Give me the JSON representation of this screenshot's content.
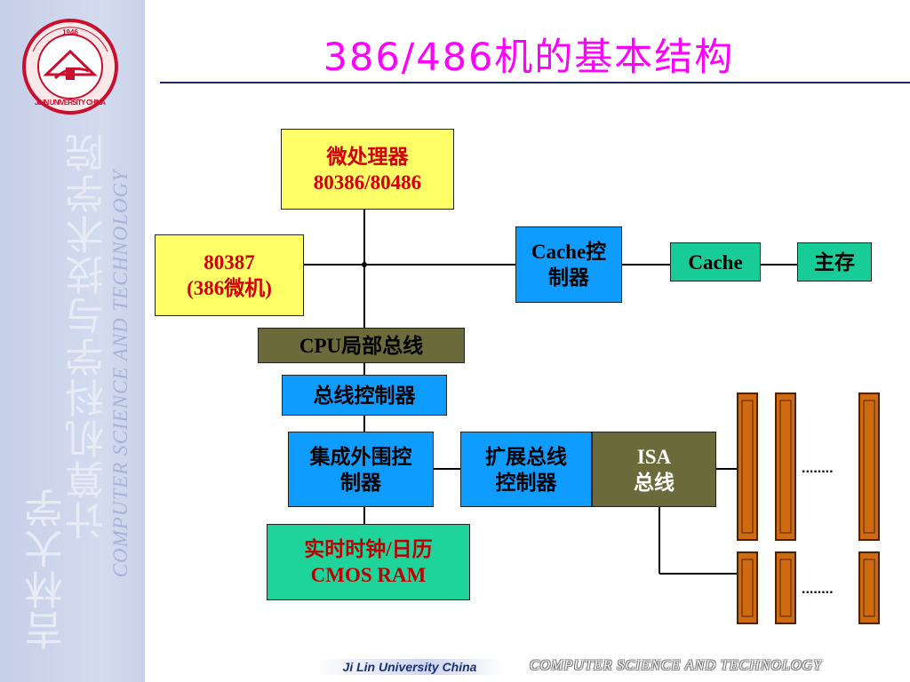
{
  "sidebar": {
    "cn_line1": "吉林大学",
    "cn_line2": "计算机科学与技术学院",
    "en_text": "COMPUTER SCIENCE AND TECHNOLOGY",
    "logo_text": "JILIN UNIVERSITY CHINA",
    "logo_year": "1946"
  },
  "title": "386/486机的基本结构",
  "diagram": {
    "cpu": {
      "line1": "微处理器",
      "line2": "80386/80486"
    },
    "coprocessor": {
      "line1": "80387",
      "line2": "(386微机)"
    },
    "cache_controller": {
      "line1": "Cache控",
      "line2": "制器"
    },
    "cache": "Cache",
    "main_memory": "主存",
    "local_bus": "CPU局部总线",
    "bus_controller": "总线控制器",
    "peripheral_controller": {
      "line1": "集成外围控",
      "line2": "制器"
    },
    "expansion_bus_controller": {
      "line1": "扩展总线",
      "line2": "控制器"
    },
    "isa_bus": {
      "line1": "ISA",
      "line2": "总线"
    },
    "rtc": {
      "line1": "实时时钟/日历",
      "line2": "CMOS RAM"
    },
    "ellipsis_upper": "........",
    "ellipsis_lower": "........"
  },
  "colors": {
    "title": "#ff00ff",
    "yellow_box": "#ffff66",
    "blue_box": "#0f9cff",
    "green_box": "#17cc97",
    "olive_box": "#6a6a3b",
    "slot": "#d06a10"
  },
  "footer": {
    "left": "Ji Lin University China",
    "right": "COMPUTER   SCIENCE  AND  TECHNOLOGY"
  }
}
